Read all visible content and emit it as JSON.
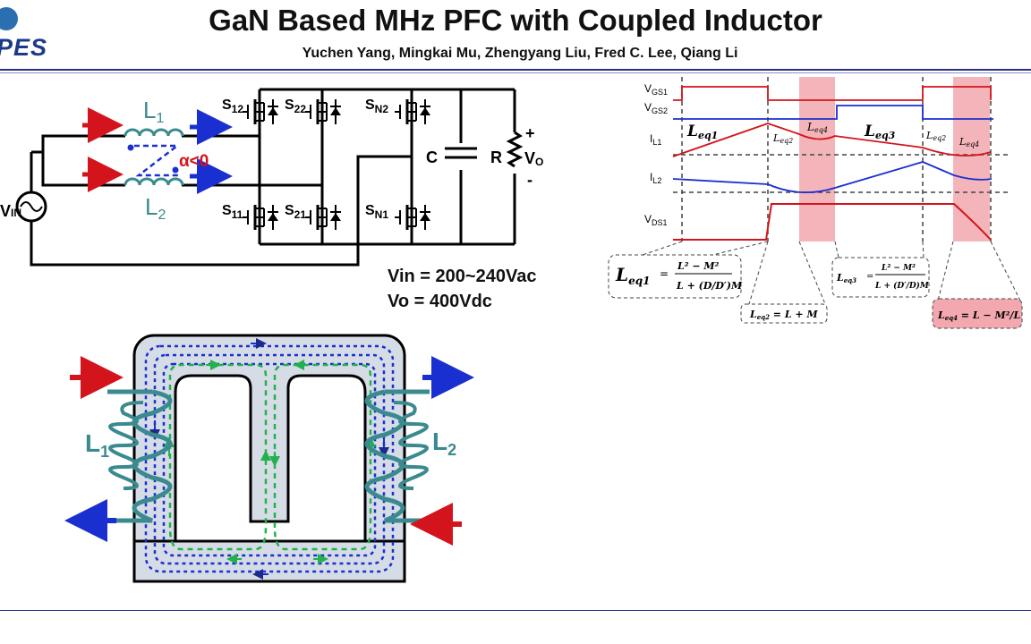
{
  "slide": {
    "title": "GaN Based MHz PFC with Coupled Inductor",
    "authors": "Yuchen Yang, Mingkai Mu, Zhengyang Liu, Fred C. Lee, Qiang Li",
    "logo_text": "PES"
  },
  "circuit": {
    "vin": "IN",
    "vin_prefix": "V",
    "l1": "L",
    "l1_sub": "1",
    "l2": "L",
    "l2_sub": "2",
    "alpha": "α<0",
    "switches": {
      "s12": "S",
      "s12_sub": "12",
      "s22": "S",
      "s22_sub": "22",
      "sn2": "S",
      "sn2_sub": "N2",
      "s11": "S",
      "s11_sub": "11",
      "s21": "S",
      "s21_sub": "21",
      "sn1": "S",
      "sn1_sub": "N1"
    },
    "cap": "C",
    "res": "R",
    "vo": "V",
    "vo_sub": "O",
    "plus": "+",
    "minus": "-"
  },
  "specs": {
    "vin": "Vin = 200~240Vac",
    "vo": "Vo = 400Vdc"
  },
  "core": {
    "l1": "L",
    "l1_sub": "1",
    "l2": "L",
    "l2_sub": "2"
  },
  "waveforms": {
    "labels": {
      "vgs1": "V",
      "vgs1_sub": "GS1",
      "vgs2": "V",
      "vgs2_sub": "GS2",
      "il1": "I",
      "il1_sub": "L1",
      "il2": "I",
      "il2_sub": "L2",
      "vds1": "V",
      "vds1_sub": "DS1"
    },
    "region_labels": {
      "a": "L",
      "a_sub": "eq1",
      "b": "L",
      "b_sub": "eq2",
      "c": "L",
      "c_sub": "eq4",
      "d": "L",
      "d_sub": "eq3",
      "e": "L",
      "e_sub": "eq2",
      "f": "L",
      "f_sub": "eq4"
    },
    "equations": {
      "eq1_lhs": "L",
      "eq1_lhs_sub": "eq1",
      "eq1_num": "L² − M²",
      "eq1_den": "L + (D/D′)M",
      "eq2": "L",
      "eq2_sub": "eq2",
      "eq2_rhs": " = L + M",
      "eq3_lhs": "L",
      "eq3_lhs_sub": "eq3",
      "eq3_num": "L² − M²",
      "eq3_den": "L + (D′/D)M",
      "eq4": "L",
      "eq4_sub": "eq4",
      "eq4_rhs": " = L − M²/L"
    }
  },
  "colors": {
    "red": "#d4141c",
    "blue": "#1a2fd0",
    "teal": "#3a8a8f",
    "navy": "#1c2a8a",
    "green": "#22b14c",
    "highlight": "#f2a8ae"
  }
}
